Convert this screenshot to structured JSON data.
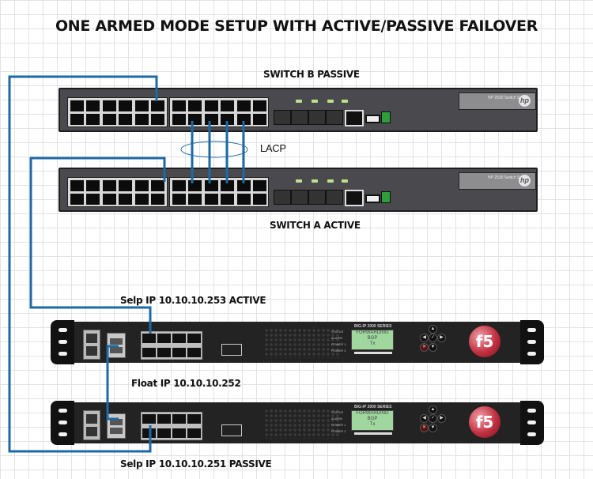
{
  "title": "ONE ARMED MODE SETUP WITH ACTIVE/PASSIVE FAILOVER",
  "switches": {
    "b": {
      "label": "SWITCH B PASSIVE",
      "model_text": "HP 2530 Switch Series",
      "logo": "hp"
    },
    "a": {
      "label": "SWITCH A ACTIVE",
      "model_text": "HP 2530 Switch Series",
      "logo": "hp"
    }
  },
  "lacp_label": "LACP",
  "bigip": {
    "active": {
      "label": "Selp IP 10.10.10.253 ACTIVE",
      "series": "BIG-IP 2000 SERIES",
      "lcd": [
        "FORWARDING",
        "BGP",
        "Tx"
      ],
      "logo": "f5"
    },
    "passive": {
      "label": "Selp IP 10.10.10.251 PASSIVE",
      "series": "BIG-IP 2000 SERIES",
      "lcd": [
        "FORWARDING",
        "BGP",
        "Tx"
      ],
      "logo": "f5"
    },
    "float_label": "Float IP 10.10.10.252",
    "status_leds": [
      "STATUS",
      "ALARM",
      "POWER 1",
      "POWER 2"
    ]
  },
  "colors": {
    "cable": "#1c6aa6",
    "switch_body": "#4a4a4e",
    "lcd": "#9fd79f",
    "f5_red": "#c23040"
  }
}
